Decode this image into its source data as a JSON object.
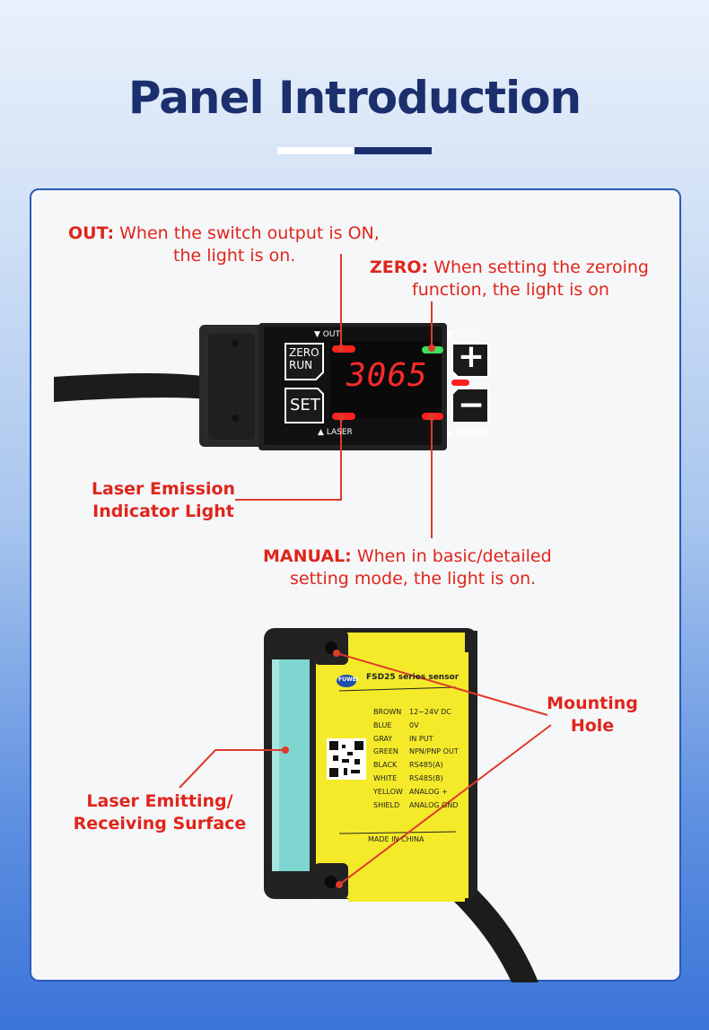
{
  "title": "Panel Introduction",
  "panel": {
    "display_value": "3065",
    "buttons": {
      "zero_run_line1": "ZERO",
      "zero_run_line2": "RUN",
      "set": "SET",
      "plus": "+",
      "minus": "−"
    },
    "indicator_labels": {
      "out": "▼ OUT",
      "zero": "▼ ZERO",
      "laser": "▲ LASER",
      "manual": "▲ MANUAL"
    }
  },
  "annotations": {
    "out": {
      "key": "OUT:",
      "line1": " When the switch output is ON,",
      "line2": "the light is on."
    },
    "zero": {
      "key": "ZERO:",
      "line1": " When setting the zeroing",
      "line2": "function, the light is on"
    },
    "laser_emission": {
      "line1": "Laser Emission",
      "line2": "Indicator Light"
    },
    "manual": {
      "key": "MANUAL:",
      "line1": " When in basic/detailed",
      "line2": "setting mode, the light is on."
    },
    "mounting": {
      "line1": "Mounting",
      "line2": "Hole"
    },
    "surface": {
      "line1": "Laser Emitting/",
      "line2": "Receiving Surface"
    }
  },
  "sensor_label": {
    "brand": "FUWEI",
    "series": "FSD25 series sensor",
    "wires": [
      {
        "color": "BROWN",
        "function": "12~24V DC"
      },
      {
        "color": "BLUE",
        "function": "0V"
      },
      {
        "color": "GRAY",
        "function": "IN PUT"
      },
      {
        "color": "GREEN",
        "function": "NPN/PNP OUT"
      },
      {
        "color": "BLACK",
        "function": "RS485(A)"
      },
      {
        "color": "WHITE",
        "function": "RS485(B)"
      },
      {
        "color": "YELLOW",
        "function": "ANALOG +"
      },
      {
        "color": "SHIELD",
        "function": "ANALOG GND"
      }
    ],
    "origin": "MADE IN CHINA"
  },
  "colors": {
    "title": "#1b2f6e",
    "accent": "#e0251b",
    "border": "#2a5bb9",
    "label_yellow": "#f4ea2a"
  }
}
